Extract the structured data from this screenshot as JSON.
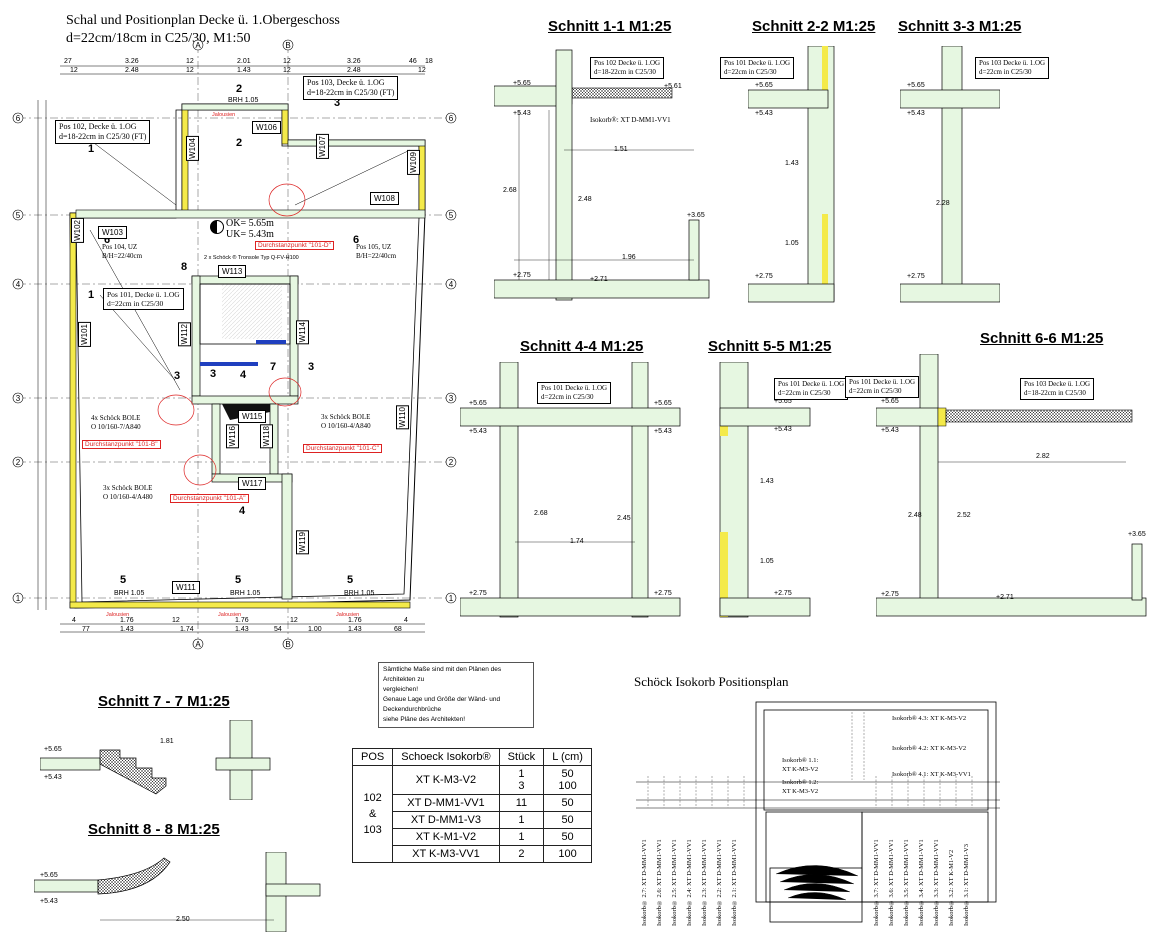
{
  "plan": {
    "title_line1": "Schal und Positionplan Decke ü. 1.Obergeschoss",
    "title_line2": "d=22cm/18cm in C25/30, M1:50",
    "grid_cols": [
      "A",
      "B"
    ],
    "grid_rows": [
      "6",
      "5",
      "4",
      "3",
      "2",
      "1"
    ],
    "walls": [
      "W101",
      "W102",
      "W103",
      "W104",
      "W106",
      "W107",
      "W108",
      "W109",
      "W110",
      "W111",
      "W112",
      "W113",
      "W114",
      "W115",
      "W116",
      "W117",
      "W118",
      "W119"
    ],
    "top_dims_a": [
      "27",
      "3.26",
      "12",
      "2.01",
      "12",
      "3.26",
      "46",
      "18"
    ],
    "top_dims_b": [
      "12",
      "2.48",
      "12",
      "1.43",
      "12",
      "2.48",
      "12"
    ],
    "bottom_dims_a": [
      "4",
      "1.76",
      "12",
      "1.76",
      "12",
      "1.76",
      "4"
    ],
    "bottom_dims_b": [
      "77",
      "1.74",
      "54",
      "1.00",
      "68"
    ],
    "bottom_dims_c": [
      "1.43",
      "1.43",
      "1.43"
    ],
    "pos101": {
      "l1": "Pos 101, Decke ü. 1.OG",
      "l2": "d=22cm in C25/30"
    },
    "pos102": {
      "l1": "Pos 102, Decke ü. 1.OG",
      "l2": "d=18-22cm in C25/30 (FT)"
    },
    "pos103": {
      "l1": "Pos 103, Decke ü. 1.OG",
      "l2": "d=18-22cm in C25/30 (FT)"
    },
    "pos104": {
      "l1": "Pos 104, UZ",
      "l2": "B/H=22/40cm"
    },
    "pos105": {
      "l1": "Pos 105, UZ",
      "l2": "B/H=22/40cm"
    },
    "ok": "OK= 5.65m",
    "uk": "UK= 5.43m",
    "schoeck_trep": "2 x Schöck ® Tronsole Typ Q-FV-H100",
    "bole_a": {
      "l1": "4x Schöck BOLE",
      "l2": "O 10/160-7/A840"
    },
    "bole_b": {
      "l1": "3x Schöck BOLE",
      "l2": "O 10/160-4/A840"
    },
    "bole_c": {
      "l1": "3x Schöck BOLE",
      "l2": "O 10/160-4/A480"
    },
    "durch_d": "Durchstanzpunkt \"101-D\"",
    "durch_b": "Durchstanzpunkt \"101-B\"",
    "durch_c": "Durchstanzpunkt \"101-C\"",
    "durch_a": "Durchstanzpunkt \"101-A\"",
    "brh": "BRH 1.05",
    "jalousie": "Jalousien",
    "note_l1": "Sämtliche Maße sind mit den Plänen des Architekten zu",
    "note_l2": "vergleichen!",
    "note_l3": "Genaue Lage und Größe der Wänd- und Deckendurchbrüche",
    "note_l4": "siehe Pläne des Architekten!"
  },
  "sections": {
    "s11": {
      "title": "Schnitt 1-1 M1:25",
      "pos_l1": "Pos 102 Decke ü. 1.OG",
      "pos_l2": "d=18-22cm in C25/30",
      "iso": "Isokorb®: XT D-MM1-VV1",
      "e1": "+5.65",
      "e2": "+5.43",
      "e3": "+5.61",
      "e4": "+3.65",
      "e5": "+2.75",
      "e6": "+2.71",
      "d1": "1.51",
      "d2": "2.68",
      "d3": "2.48",
      "d4": "1.96"
    },
    "s22": {
      "title": "Schnitt 2-2 M1:25",
      "pos_l1": "Pos 101 Decke ü. 1.OG",
      "pos_l2": "d=22cm in C25/30",
      "e1": "+5.65",
      "e2": "+5.43",
      "e3": "+2.75",
      "d1": "1.43",
      "d2": "1.05"
    },
    "s33": {
      "title": "Schnitt 3-3 M1:25",
      "pos_l1": "Pos 103 Decke ü. 1.OG",
      "pos_l2": "d=22cm in C25/30",
      "e1": "+5.65",
      "e2": "+5.43",
      "e3": "+2.75",
      "d1": "2.28"
    },
    "s44": {
      "title": "Schnitt 4-4 M1:25",
      "pos_l1": "Pos 101 Decke ü. 1.OG",
      "pos_l2": "d=22cm in C25/30",
      "e1": "+5.65",
      "e2": "+5.43",
      "e3": "+5.65",
      "e4": "+5.43",
      "e5": "+2.75",
      "e6": "+2.75",
      "d1": "1.74",
      "d2": "2.68",
      "d3": "2.45"
    },
    "s55": {
      "title": "Schnitt 5-5 M1:25",
      "pos_l1": "Pos 101 Decke ü. 1.OG",
      "pos_l2": "d=22cm in C25/30",
      "e1": "+5.65",
      "e2": "+5.43",
      "e3": "+2.75",
      "d1": "1.43",
      "d2": "1.05"
    },
    "s66": {
      "title": "Schnitt 6-6 M1:25",
      "pos_l1": "Pos 101 Decke ü. 1.OG",
      "pos_l2": "d=22cm in C25/30",
      "pos2_l1": "Pos 103 Decke ü. 1.OG",
      "pos2_l2": "d=18-22cm in C25/30",
      "e1": "+5.65",
      "e2": "+5.43",
      "e3": "+3.65",
      "e4": "+2.75",
      "e5": "+2.71",
      "d1": "2.82",
      "d2": "2.48",
      "d3": "2.52"
    },
    "s77": {
      "title": "Schnitt 7 - 7 M1:25",
      "e1": "+5.65",
      "e2": "+5.43",
      "d1": "1.81"
    },
    "s88": {
      "title": "Schnitt 8 - 8 M1:25",
      "e1": "+5.65",
      "e2": "+5.43",
      "d1": "2.50"
    }
  },
  "table": {
    "headers": [
      "POS",
      "Schoeck Isokorb®",
      "Stück",
      "L (cm)"
    ],
    "pos": "102\n&\n103",
    "rows": [
      {
        "type": "XT K-M3-V2",
        "qty": "1\n3",
        "len": "50\n100"
      },
      {
        "type": "XT D-MM1-VV1",
        "qty": "11",
        "len": "50"
      },
      {
        "type": "XT D-MM1-V3",
        "qty": "1",
        "len": "50"
      },
      {
        "type": "XT K-M1-V2",
        "qty": "1",
        "len": "50"
      },
      {
        "type": "XT K-M3-VV1",
        "qty": "2",
        "len": "100"
      }
    ]
  },
  "isoplan": {
    "title": "Schöck Isokorb Positionsplan",
    "top_labels": [
      "Isokorb® 4.3: XT K-M3-V2",
      "Isokorb® 4.2: XT K-M3-V2",
      "Isokorb® 4.1: XT K-M3-VV1"
    ],
    "mid_labels": [
      "Isokorb® 1.1:",
      "XT K-M3-V2",
      "Isokorb® 1.2:",
      "XT K-M3-V2"
    ],
    "left_vert": [
      "Isokorb® 2.7: XT D-MM1-VV1",
      "Isokorb® 2.6: XT D-MM1-VV1",
      "Isokorb® 2.5: XT D-MM1-VV1",
      "Isokorb® 2.4: XT D-MM1-VV1",
      "Isokorb® 2.3: XT D-MM1-VV1",
      "Isokorb® 2.2: XT D-MM1-VV1",
      "Isokorb® 2.1: XT D-MM1-VV1"
    ],
    "right_vert": [
      "Isokorb® 3.7: XT D-MM1-VV1",
      "Isokorb® 3.6: XT D-MM1-VV1",
      "Isokorb® 3.5: XT D-MM1-VV1",
      "Isokorb® 3.4: XT D-MM1-VV1",
      "Isokorb® 3.3: XT D-MM1-VV1",
      "Isokorb® 3.2: XT K-M1-V2",
      "Isokorb® 3.1: XT D-MM1-V3"
    ]
  }
}
